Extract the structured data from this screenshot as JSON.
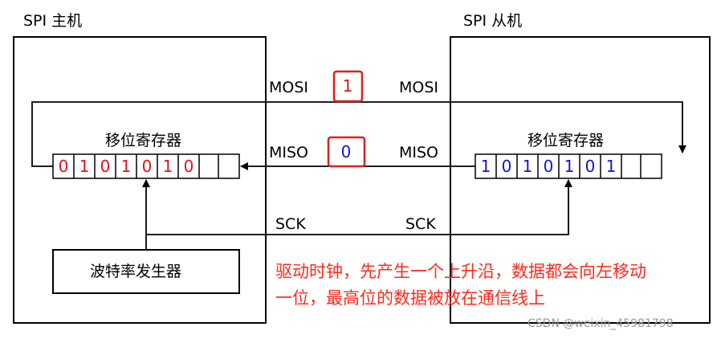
{
  "master": {
    "title": "SPI 主机",
    "register_label": "移位寄存器",
    "bits": [
      "0",
      "1",
      "0",
      "1",
      "0",
      "1",
      "0",
      ""
    ],
    "baud_generator_label": "波特率发生器"
  },
  "slave": {
    "title": "SPI 从机",
    "register_label": "移位寄存器",
    "bits": [
      "1",
      "0",
      "1",
      "0",
      "1",
      "0",
      "1",
      ""
    ]
  },
  "lines": {
    "mosi_master": "MOSI",
    "mosi_slave": "MOSI",
    "miso_master": "MISO",
    "miso_slave": "MISO",
    "sck_master": "SCK",
    "sck_slave": "SCK"
  },
  "in_flight": {
    "mosi_bit": "1",
    "miso_bit": "0"
  },
  "caption": {
    "line1": "驱动时钟，先产生一个上升沿，数据都会向左移动",
    "line2": "一位，最高位的数据被放在通信线上"
  },
  "watermark": "CSDN @weixin_45981798",
  "colors": {
    "master_bits": "#e0141e",
    "slave_bits": "#1414c8",
    "highlight": "#e01e1e",
    "caption": "#ff2a1a"
  }
}
